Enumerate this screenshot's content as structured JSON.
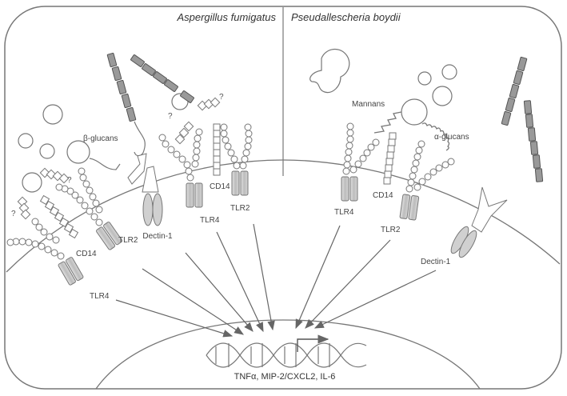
{
  "titles": {
    "left": "Aspergillus fumigatus",
    "right": "Pseudallescheria boydii"
  },
  "left_labels": {
    "beta_glucans": "β-glucans",
    "dectin1": "Dectin-1",
    "tlr4_top": "TLR4",
    "tlr2_top": "TLR2",
    "cd14_top": "CD14",
    "cd14_low": "CD14",
    "tlr2_low": "TLR2",
    "tlr4_low": "TLR4",
    "q1": "?",
    "q2": "?",
    "q3": "?",
    "q4": "?"
  },
  "right_labels": {
    "mannans": "Mannans",
    "alpha_glucans": "α-glucans",
    "tlr4": "TLR4",
    "cd14": "CD14",
    "tlr2": "TLR2",
    "dectin1": "Dectin-1"
  },
  "output": "TNFα, MIP-2/CXCL2, IL-6",
  "colors": {
    "outline": "#777777",
    "receptor_fill": "#d4d4d4",
    "arrow": "#666666"
  }
}
